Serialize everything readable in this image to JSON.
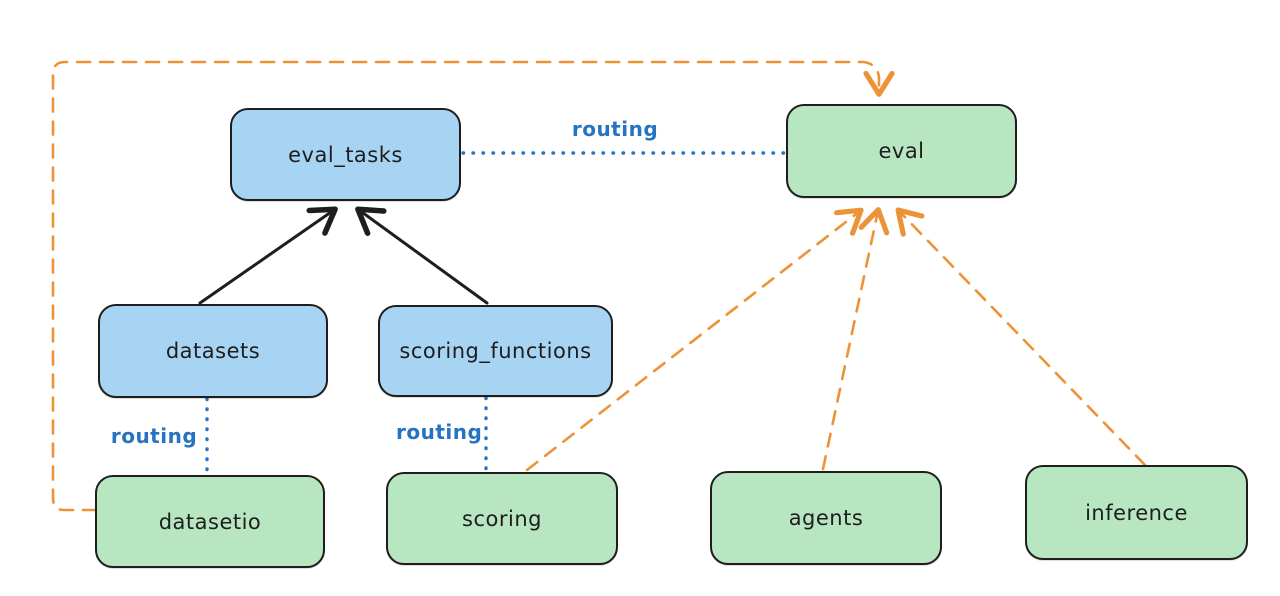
{
  "diagram": {
    "style": "hand-drawn-flowchart",
    "background": "#ffffff",
    "colors": {
      "box_border": "#1e1e1e",
      "blue_box_fill": "#a8d4f3",
      "green_box_fill": "#b7e6c0",
      "black_arrow": "#1e1e1e",
      "routing_line": "#2673c2",
      "routing_text": "#2673c2",
      "orange_dashed": "#ec9338"
    },
    "nodes": [
      {
        "id": "eval_tasks",
        "label": "eval_tasks",
        "fill": "#a8d4f3",
        "group": "blue"
      },
      {
        "id": "eval",
        "label": "eval",
        "fill": "#b7e6c0",
        "group": "green"
      },
      {
        "id": "datasets",
        "label": "datasets",
        "fill": "#a8d4f3",
        "group": "blue"
      },
      {
        "id": "scoring_functions",
        "label": "scoring_functions",
        "fill": "#a8d4f3",
        "group": "blue"
      },
      {
        "id": "datasetio",
        "label": "datasetio",
        "fill": "#b7e6c0",
        "group": "green"
      },
      {
        "id": "scoring",
        "label": "scoring",
        "fill": "#b7e6c0",
        "group": "green"
      },
      {
        "id": "agents",
        "label": "agents",
        "fill": "#b7e6c0",
        "group": "green"
      },
      {
        "id": "inference",
        "label": "inference",
        "fill": "#b7e6c0",
        "group": "green"
      }
    ],
    "edges": [
      {
        "from": "datasets",
        "to": "eval_tasks",
        "style": "solid",
        "color": "black",
        "arrow": true,
        "label": ""
      },
      {
        "from": "scoring_functions",
        "to": "eval_tasks",
        "style": "solid",
        "color": "black",
        "arrow": true,
        "label": ""
      },
      {
        "from": "eval_tasks",
        "to": "eval",
        "style": "dotted",
        "color": "blue",
        "arrow": false,
        "label": "routing"
      },
      {
        "from": "datasets",
        "to": "datasetio",
        "style": "dotted",
        "color": "blue",
        "arrow": false,
        "label": "routing"
      },
      {
        "from": "scoring_functions",
        "to": "scoring",
        "style": "dotted",
        "color": "blue",
        "arrow": false,
        "label": "routing"
      },
      {
        "from": "datasetio",
        "to": "eval",
        "style": "dashed",
        "color": "orange",
        "arrow": true,
        "label": "",
        "route": "left-top-loop"
      },
      {
        "from": "scoring",
        "to": "eval",
        "style": "dashed",
        "color": "orange",
        "arrow": true,
        "label": ""
      },
      {
        "from": "agents",
        "to": "eval",
        "style": "dashed",
        "color": "orange",
        "arrow": true,
        "label": ""
      },
      {
        "from": "inference",
        "to": "eval",
        "style": "dashed",
        "color": "orange",
        "arrow": true,
        "label": ""
      }
    ]
  }
}
